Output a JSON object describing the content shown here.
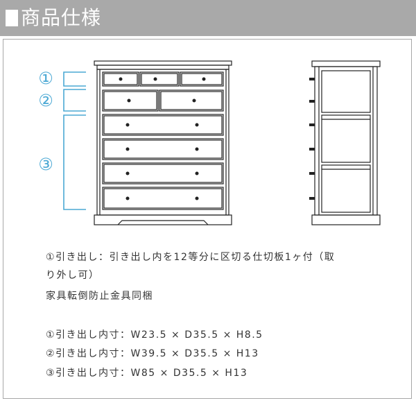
{
  "header": {
    "title": "商品仕様"
  },
  "labels": {
    "one": "①",
    "two": "②",
    "three": "③"
  },
  "notes": {
    "line1": "①引き出し：引き出し内を12等分に区切る仕切板1ヶ付（取",
    "line2": "り外し可）",
    "line3": "家具転倒防止金具同梱",
    "dim1": "①引き出し内寸：W23.5 × D35.5 × H8.5",
    "dim2": "②引き出し内寸：W39.5 × D35.5 × H13",
    "dim3": "③引き出し内寸：W85 × D35.5 × H13"
  },
  "colors": {
    "accent": "#4aa8d4",
    "header_bg": "#a9a9a9",
    "line": "#222222"
  }
}
